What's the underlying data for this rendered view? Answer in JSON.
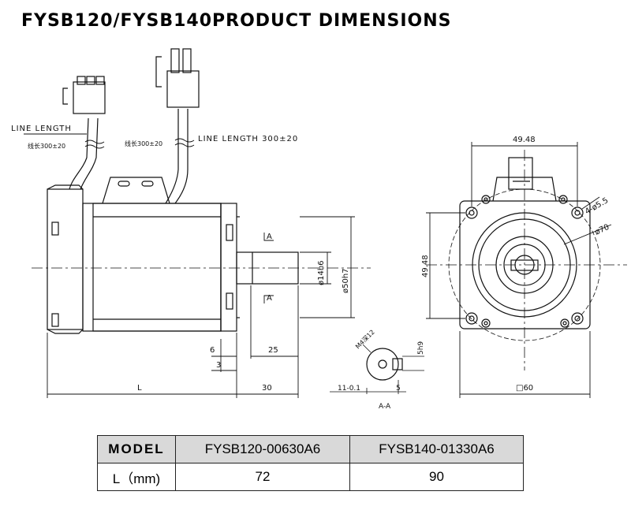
{
  "title": "FYSB120/FYSB140PRODUCT DIMENSIONS",
  "labels": {
    "line_length_left": "LINE LENGTH",
    "line_length_right": "LINE LENGTH 300±20",
    "cable_note_left": "线长300±20",
    "cable_note_right": "线长300±20",
    "shaft_dia": "ø14h6",
    "spigot_dia": "ø50h7",
    "dim_6": "6",
    "dim_3": "3",
    "dim_25": "25",
    "dim_L": "L",
    "dim_30": "30",
    "section_mark_top": "A",
    "section_mark_bottom": "A",
    "thread": "M4深12",
    "key_height": "5h9",
    "dim_11": "11-0.1",
    "dim_5": "5",
    "section_label": "A-A",
    "width_top": "49.48",
    "height_left": "49.48",
    "holes": "4-ø5.5",
    "pcd": "ø70",
    "square": "□60"
  },
  "table": {
    "header": [
      "MODEL",
      "FYSB120-00630A6",
      "FYSB140-01330A6"
    ],
    "row": [
      "L（mm)",
      "72",
      "90"
    ]
  }
}
